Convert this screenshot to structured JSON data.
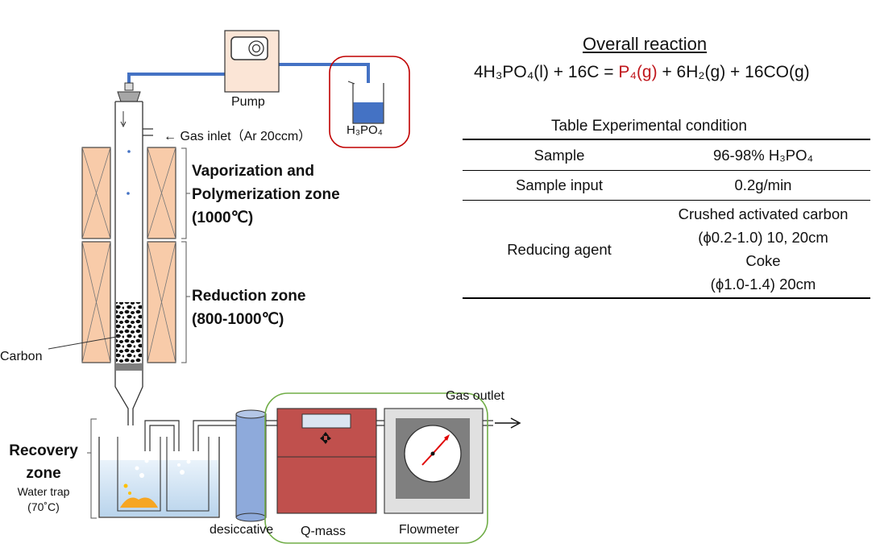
{
  "reaction": {
    "title": "Overall reaction",
    "lhs": "4H₃PO₄(l) + 16C = ",
    "product_red": "P₄(g)",
    "rhs": " + 6H₂(g) + 16CO(g)"
  },
  "table": {
    "title": "Table Experimental condition",
    "rows": [
      {
        "label": "Sample",
        "value": "96-98% H₃PO₄"
      },
      {
        "label": "Sample input",
        "value": "0.2g/min"
      },
      {
        "label": "Reducing agent",
        "value_lines": [
          "Crushed activated carbon",
          "(ϕ0.2-1.0) 10, 20cm",
          "Coke",
          "(ϕ1.0-1.4) 20cm"
        ]
      }
    ]
  },
  "labels": {
    "pump": "Pump",
    "acid": "H₃PO₄",
    "gas_inlet": "← Gas inlet（Ar 20ccm）",
    "vap_zone": [
      "Vaporization and",
      "Polymerization zone",
      "(1000℃)"
    ],
    "red_zone": [
      "Reduction zone",
      "(800-1000℃)"
    ],
    "carbon": "Carbon",
    "recovery_zone": [
      "Recovery",
      "zone"
    ],
    "water_trap": [
      "Water trap",
      "(70˚C)"
    ],
    "desiccative": "desiccative",
    "qmass": "Q-mass",
    "flowmeter": "Flowmeter",
    "gas_outlet": "Gas outlet"
  },
  "colors": {
    "tube_blue": "#4472c4",
    "heater": "#f8cba9",
    "box_red": "#c0504d",
    "frame_green": "#70ad47",
    "vessel_red_border": "#c00000",
    "reaction_red": "#c0171d",
    "desiccant": "#8eaadb",
    "flowmeter_panel": "#7f7f7f"
  }
}
